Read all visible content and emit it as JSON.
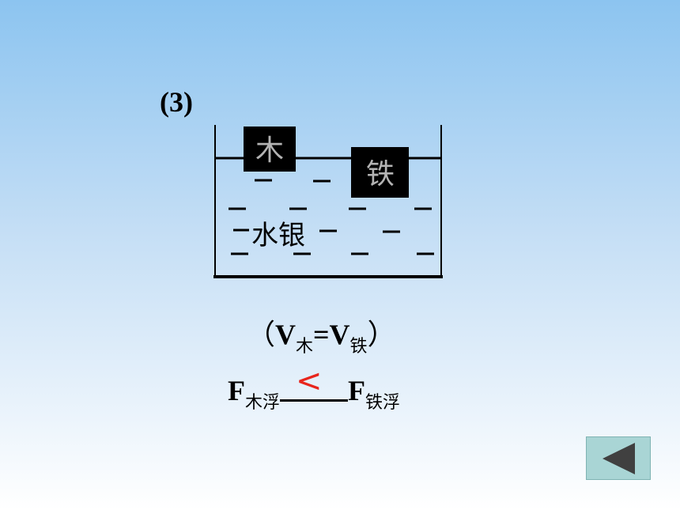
{
  "problem_number": "(3)",
  "diagram": {
    "block_wood": "木",
    "block_iron": "铁",
    "liquid": "水银",
    "dash": "–"
  },
  "condition": {
    "open_paren": "（",
    "v_symbol": "V",
    "sub_wood": "木",
    "equals": "=",
    "sub_iron": "铁",
    "close_paren": "）"
  },
  "comparison": {
    "f_symbol": "F",
    "left_sub": "木浮",
    "answer": "<",
    "answer_color": "#e8251c",
    "right_sub": "铁浮"
  },
  "nav": {
    "back_icon": "triangle-left-icon"
  }
}
